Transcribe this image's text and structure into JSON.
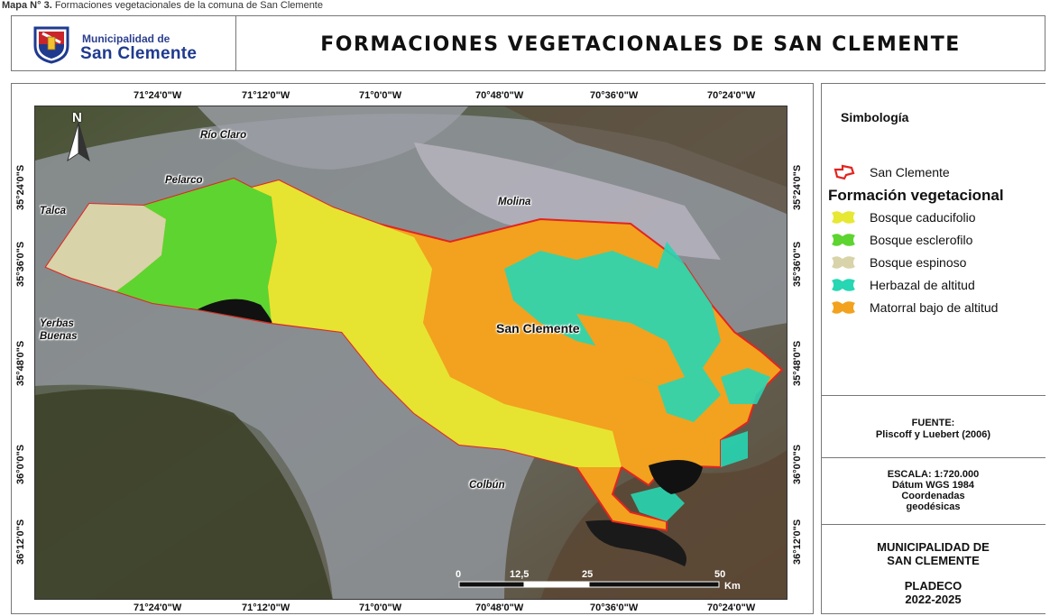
{
  "caption": {
    "prefix": "Mapa N° 3.",
    "text": "Formaciones vegetacionales de la comuna de San Clemente"
  },
  "header": {
    "logo_line1": "Municipalidad de",
    "logo_line2": "San Clemente",
    "title": "FORMACIONES VEGETACIONALES DE SAN CLEMENTE"
  },
  "map": {
    "north_label": "N",
    "longitude_ticks": [
      "71°24'0\"W",
      "71°12'0\"W",
      "71°0'0\"W",
      "70°48'0\"W",
      "70°36'0\"W",
      "70°24'0\"W"
    ],
    "latitude_ticks": [
      "35°24'0\"S",
      "35°36'0\"S",
      "35°48'0\"S",
      "36°0'0\"S",
      "36°12'0\"S"
    ],
    "places": {
      "rio_claro": "Río Claro",
      "pelarco": "Pelarco",
      "talca": "Talca",
      "molina": "Molina",
      "yerbas_buenas_1": "Yerbas",
      "yerbas_buenas_2": "Buenas",
      "san_clemente": "San Clemente",
      "colbun": "Colbún"
    },
    "scale_bar": {
      "labels": [
        "0",
        "12,5",
        "25",
        "50"
      ],
      "unit": "Km"
    }
  },
  "legend": {
    "title": "Simbología",
    "boundary": {
      "label": "San Clemente",
      "color": "#e3241f"
    },
    "subtitle": "Formación vegetacional",
    "items": [
      {
        "label": "Bosque caducifolio",
        "color": "#e6e833"
      },
      {
        "label": "Bosque esclerofilo",
        "color": "#5ed430"
      },
      {
        "label": "Bosque espinoso",
        "color": "#d8d3a9"
      },
      {
        "label": "Herbazal de altitud",
        "color": "#27d6b3"
      },
      {
        "label": "Matorral bajo de altitud",
        "color": "#f2a21e"
      }
    ]
  },
  "panel": {
    "source_title": "FUENTE:",
    "source": "Pliscoff y Luebert (2006)",
    "scale": "ESCALA: 1:720.000",
    "datum": "Dátum WGS 1984",
    "coords_1": "Coordenadas",
    "coords_2": "geodésicas",
    "org_1": "MUNICIPALIDAD DE",
    "org_2": "SAN CLEMENTE",
    "plan_1": "PLADECO",
    "plan_2": "2022-2025"
  }
}
